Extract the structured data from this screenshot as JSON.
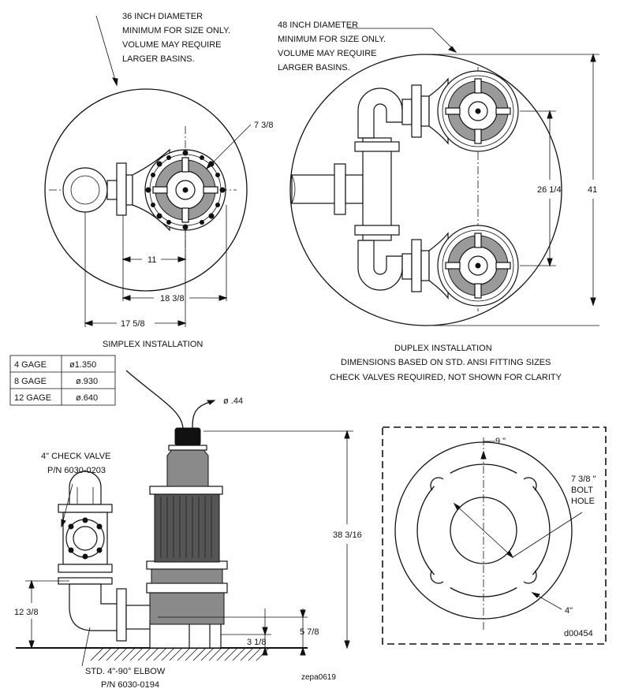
{
  "simplex": {
    "basin_note": [
      "36 INCH DIAMETER",
      "MINIMUM FOR SIZE ONLY.",
      "VOLUME MAY REQUIRE",
      "LARGER BASINS."
    ],
    "dim_flange": "7 3/8",
    "dim_a": "11",
    "dim_b": "18 3/8",
    "dim_c": "17 5/8",
    "caption": "SIMPLEX INSTALLATION"
  },
  "duplex": {
    "basin_note": [
      "48 INCH DIAMETER",
      "MINIMUM FOR SIZE ONLY.",
      "VOLUME MAY REQUIRE",
      "LARGER BASINS."
    ],
    "dim_spacing": "26 1/4",
    "dim_overall": "41",
    "caption": [
      "DUPLEX INSTALLATION",
      "DIMENSIONS BASED ON STD. ANSI FITTING SIZES",
      "CHECK VALVES REQUIRED, NOT SHOWN FOR CLARITY"
    ]
  },
  "cable_table": {
    "rows": [
      {
        "gage": "4 GAGE",
        "dia": "ø1.350"
      },
      {
        "gage": "8 GAGE",
        "dia": "ø.930"
      },
      {
        "gage": "12 GAGE",
        "dia": "ø.640"
      }
    ]
  },
  "elevation": {
    "cord_dia": "ø .44",
    "check_valve": [
      "4\" CHECK VALVE",
      "P/N 6030-0203"
    ],
    "elbow": [
      "STD. 4\"-90° ELBOW",
      "P/N 6030-0194"
    ],
    "dim_height": "38 3/16",
    "dim_discharge": "12 3/8",
    "dim_base": "3 1/8",
    "dim_inlet": "5 7/8",
    "drawing_no": "zepa0619"
  },
  "base_plate": {
    "dim_top": "9 \"",
    "bolt_hole": [
      "7 3/8 \"",
      "BOLT",
      "HOLE"
    ],
    "dim_slot": "4\"",
    "ref": "d00454"
  }
}
